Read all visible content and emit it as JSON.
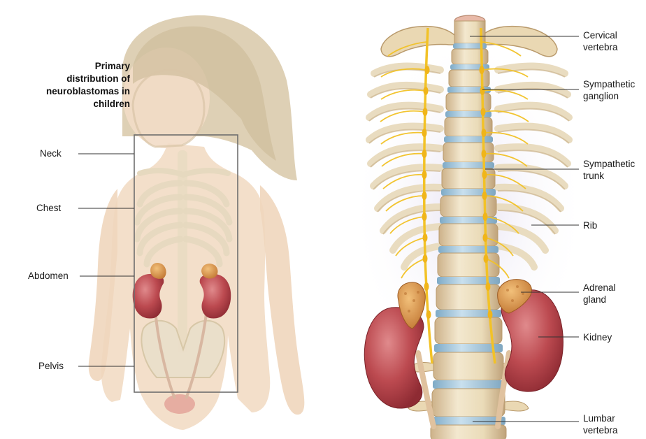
{
  "title": "Primary distribution of neuroblastomas in children",
  "left_labels": {
    "neck": "Neck",
    "chest": "Chest",
    "abdomen": "Abdomen",
    "pelvis": "Pelvis"
  },
  "right_labels": {
    "cervical_vertebra": "Cervical\nvertebra",
    "sympathetic_ganglion": "Sympathetic\nganglion",
    "sympathetic_trunk": "Sympathetic\ntrunk",
    "rib": "Rib",
    "adrenal_gland": "Adrenal\ngland",
    "kidney": "Kidney",
    "lumbar_vertebra": "Lumbar\nvertebra"
  },
  "colors": {
    "skin": "#f2dcc6",
    "hair": "#d9c9a9",
    "bone": "#ece0c4",
    "disc": "#9cc3dc",
    "nerve": "#f2c227",
    "kidney": "#b8474c",
    "adrenal": "#d9964b"
  }
}
